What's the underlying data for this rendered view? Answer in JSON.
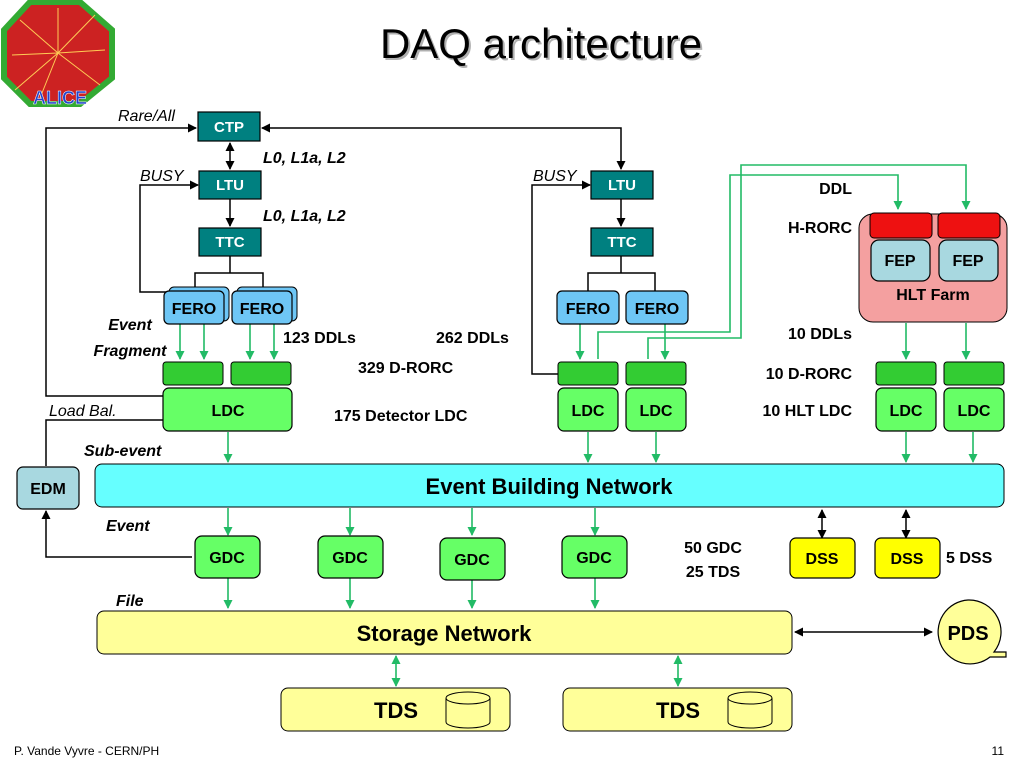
{
  "slide": {
    "title": "DAQ architecture",
    "footer_left": "P. Vande Vyvre - CERN/PH",
    "footer_right": "11",
    "logo_text": "ALICE"
  },
  "trigger": {
    "ctp": "CTP",
    "ltu": "LTU",
    "ttc": "TTC",
    "signals": "L0, L1a, L2",
    "rare_all": "Rare/All",
    "busy": "BUSY"
  },
  "detector": {
    "fero": "FERO",
    "ldc": "LDC",
    "ddls_left": "123 DDLs",
    "ddls_right": "262 DDLs",
    "drorc": "329 D-RORC",
    "detector_ldc": "175 Detector LDC",
    "event_fragment_line1": "Event",
    "event_fragment_line2": "Fragment",
    "load_bal": "Load Bal.",
    "sub_event": "Sub-event"
  },
  "hlt": {
    "ddl": "DDL",
    "hrorc": "H-RORC",
    "fep": "FEP",
    "farm": "HLT Farm",
    "ddls": "10 DDLs",
    "drorc": "10 D-RORC",
    "hlt_ldc": "10 HLT LDC",
    "ldc": "LDC"
  },
  "network": {
    "edm": "EDM",
    "event_building": "Event Building Network",
    "event": "Event",
    "gdc": "GDC",
    "dss": "DSS",
    "gdc_count": "50 GDC",
    "tds_count": "25 TDS",
    "dss_count": "5 DSS",
    "file": "File",
    "storage": "Storage Network",
    "pds": "PDS",
    "tds": "TDS"
  },
  "colors": {
    "teal": "#008080",
    "fero_blue": "#6ec6f5",
    "ldc_green": "#66ff66",
    "rorc_green": "#33cc33",
    "network_cyan": "#66ffff",
    "storage_yellow": "#ffff99",
    "dss_yellow": "#ffff00",
    "edm_blue": "#a8d8e0",
    "hlt_pink": "#f4a0a0",
    "hrorc_red": "#ee1111",
    "arrow_green": "#22bb66"
  }
}
